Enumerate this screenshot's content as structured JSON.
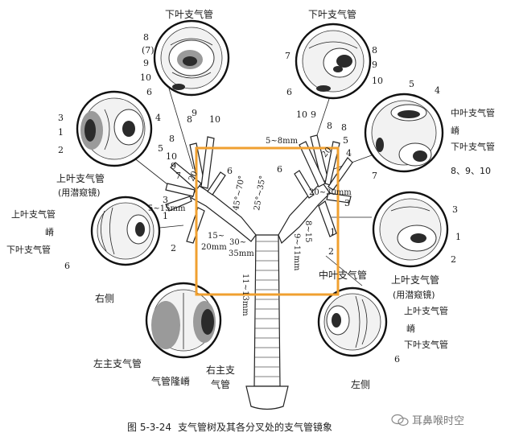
{
  "scopes": {
    "top_left": {
      "title": "下叶支气管",
      "labels": [
        "8",
        "(7)",
        "9",
        "10",
        "6"
      ]
    },
    "top_right": {
      "title": "下叶支气管",
      "labels": [
        "7",
        "8",
        "9",
        "10",
        "6"
      ]
    },
    "left_mid": {
      "labels": [
        "3",
        "4",
        "1",
        "2",
        "5"
      ]
    },
    "left_low": {
      "title_1": "上叶支气管",
      "title_2": "(用潜窥镜)",
      "lbl_upper": "上叶支气管",
      "lbl_ridge": "嵴",
      "lbl_lower": "下叶支气管",
      "num": "6"
    },
    "right_top": {
      "lbl_mid": "中叶支气管",
      "lbl_ridge": "嵴",
      "lbl_lower": "下叶支气管",
      "num_5": "5",
      "num_4": "4",
      "num_7": "7",
      "num_group": "8、9、10"
    },
    "right_mid": {
      "labels": [
        "3",
        "1",
        "2"
      ]
    },
    "right_low": {
      "title_1": "上叶支气管",
      "title_2": "(用潜窥镜)",
      "lbl_upper": "上叶支气管",
      "lbl_ridge": "嵴",
      "lbl_lower": "下叶支气管",
      "num": "6"
    },
    "bottom": {
      "lbl_left": "左主支气管",
      "lbl_carina": "气管隆嵴",
      "lbl_right_1": "右主支",
      "lbl_right_2": "气管"
    }
  },
  "tree": {
    "left_branch_numbers": [
      "8",
      "9",
      "10",
      "10",
      "9",
      "8",
      "6",
      "7",
      "3",
      "1",
      "2"
    ],
    "right_branch_numbers": [
      "10",
      "9",
      "8",
      "5",
      "4",
      "6",
      "3",
      "1",
      "2",
      "8"
    ],
    "measure_left_5_15": "5~15mm",
    "measure_left_15_20": "15~",
    "measure_left_20mm": "20mm",
    "measure_left_30_35a": "30~",
    "measure_left_30_35b": "35mm",
    "measure_right_5_8": "5~8mm",
    "measure_right_20_30": "20~30mm",
    "measure_trachea": "11~13mm",
    "measure_left_main": "9~11mm",
    "measure_right_8_15": "8~15",
    "angle_left": "45°~70°",
    "angle_right": "25°~35°",
    "side_right_lung": "右侧",
    "side_left_lung": "左侧",
    "mid_lobe_label": "中叶支气管",
    "num_20_left": "20",
    "num_20_right": "20"
  },
  "caption": {
    "figure_no": "图 5-3-24",
    "text": "支气管树及其各分叉处的支气管镜象"
  },
  "watermark": {
    "text": "耳鼻喉时空"
  },
  "colors": {
    "highlight_box": "#f0a030",
    "ink": "#1a1a1a"
  }
}
